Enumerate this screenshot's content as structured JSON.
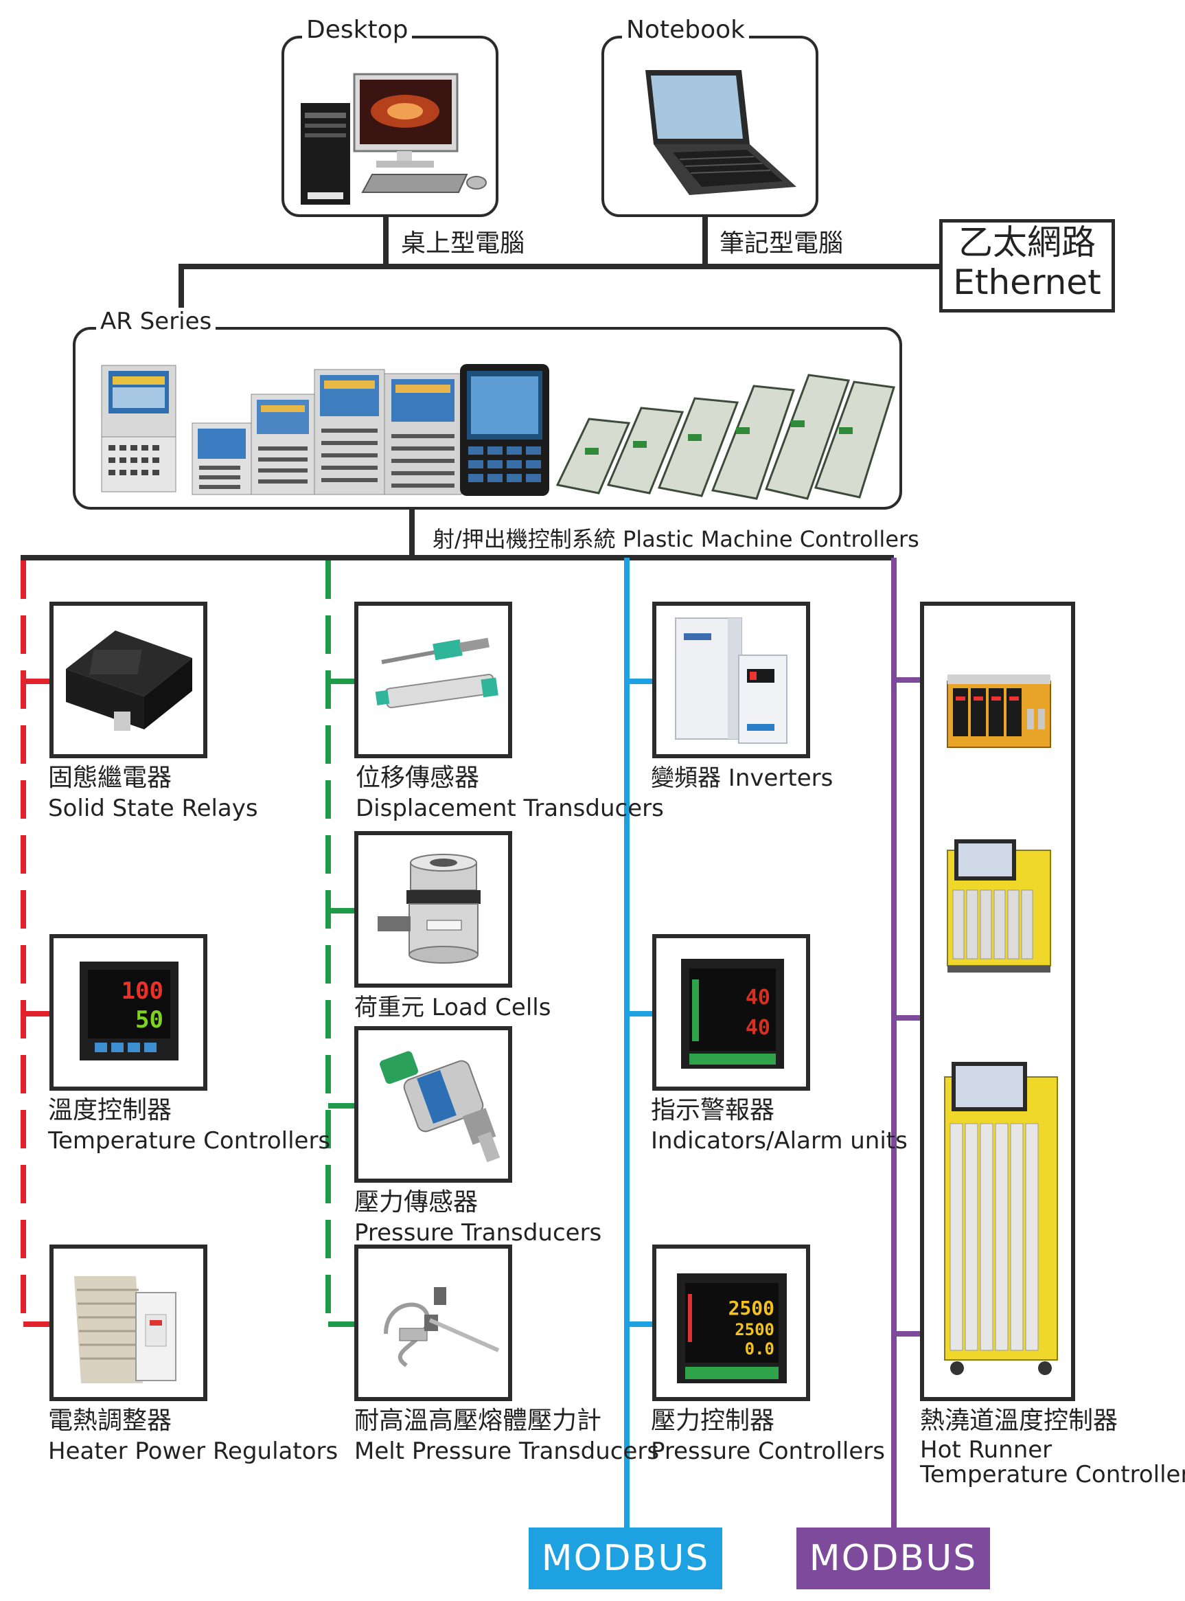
{
  "top": {
    "desktop": {
      "title": "Desktop",
      "caption": "桌上型電腦"
    },
    "notebook": {
      "title": "Notebook",
      "caption": "筆記型電腦"
    },
    "ethernet": {
      "zh": "乙太網路",
      "en": "Ethernet"
    }
  },
  "ar_series": {
    "title": "AR Series",
    "caption": "射/押出機控制系統 Plastic Machine Controllers"
  },
  "columns": {
    "red": [
      {
        "zh": "固態繼電器",
        "en": "Solid State Relays"
      },
      {
        "zh": "溫度控制器",
        "en": "Temperature Controllers"
      },
      {
        "zh": "電熱調整器",
        "en": "Heater Power Regulators"
      }
    ],
    "green": [
      {
        "zh": "位移傳感器",
        "en": "Displacement Transducers"
      },
      {
        "line": "荷重元 Load Cells"
      },
      {
        "zh": "壓力傳感器",
        "en": "Pressure Transducers"
      },
      {
        "zh": "耐高溫高壓熔體壓力計",
        "en": "Melt Pressure Transducers"
      }
    ],
    "blue": [
      {
        "line": "變頻器 Inverters"
      },
      {
        "zh": "指示警報器",
        "en": "Indicators/Alarm units"
      },
      {
        "zh": "壓力控制器",
        "en": "Pressure Controllers"
      }
    ],
    "purple": {
      "zh": "熱澆道溫度控制器",
      "en1": "Hot Runner",
      "en2": "Temperature Controllers"
    }
  },
  "modbus": {
    "blue": "MODBUS",
    "purple": "MODBUS"
  },
  "display": {
    "temp_pv": "100",
    "temp_sv": "50",
    "alarm_1": "40",
    "alarm_2": "40",
    "press_1": "2500",
    "press_2": "2500",
    "press_3": "0.0"
  },
  "colors": {
    "red": "#e3232b",
    "green": "#1e9a48",
    "blue": "#1da1e0",
    "purple": "#7d4a9c",
    "line": "#2b2b2b",
    "yellow": "#f0d82a"
  }
}
